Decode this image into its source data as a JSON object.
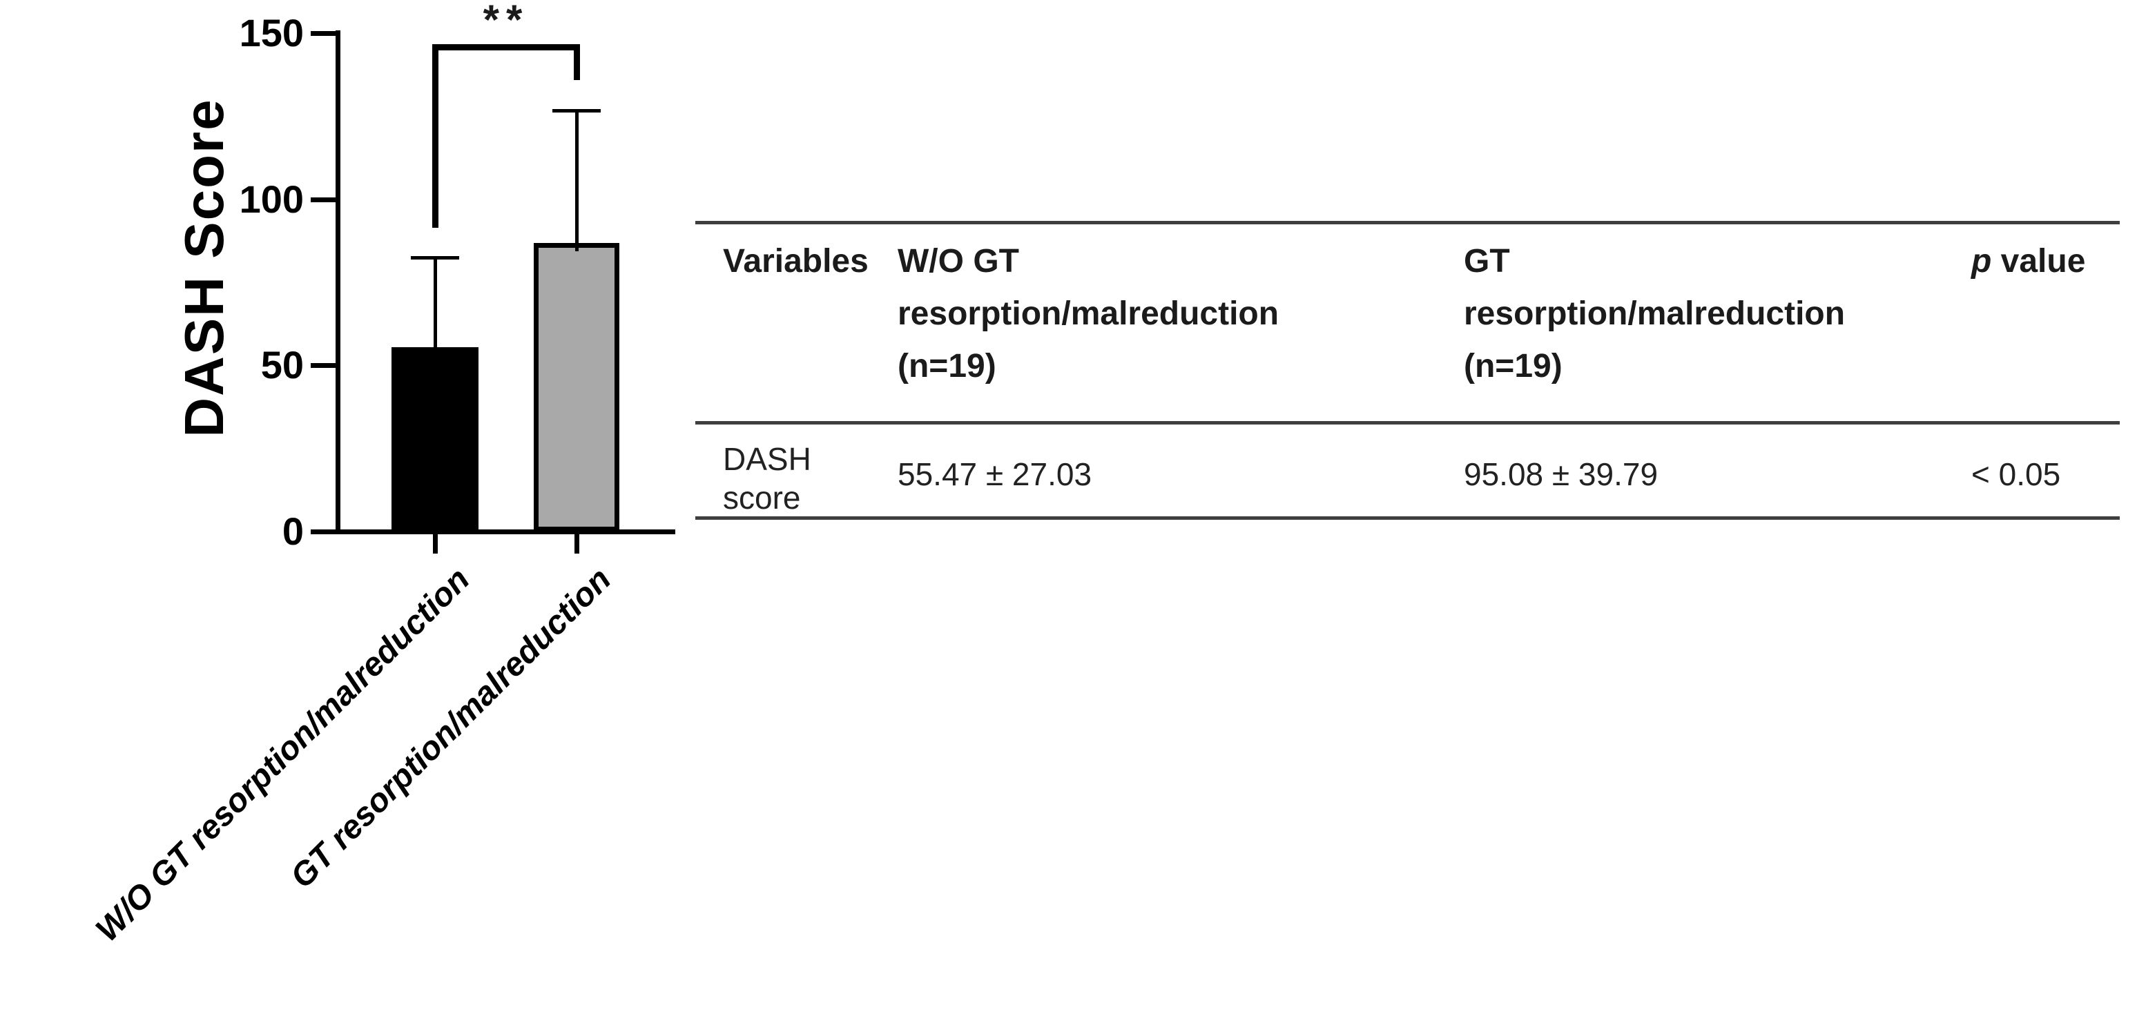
{
  "chart_data": {
    "type": "bar",
    "title": "",
    "ylabel": "DASH Score",
    "xlabel": "",
    "ylim": [
      0,
      150
    ],
    "yticks": [
      0,
      50,
      100,
      150
    ],
    "grid": false,
    "legend": "none",
    "categories": [
      "W/O GT resorption/malreduction",
      "GT resorption/malreduction"
    ],
    "series": [
      {
        "label": "W/O GT resorption/malreduction",
        "mean": 55.47,
        "sd": 27.03,
        "n": 19,
        "bar_color": "#000000",
        "plotted_bar_top": 55.5,
        "plotted_whisker_top": 82.5
      },
      {
        "label": "GT resorption/malreduction",
        "mean": 95.08,
        "sd": 39.79,
        "n": 19,
        "bar_color": "#a9a9a9",
        "plotted_bar_top": 86.9,
        "plotted_whisker_top": 126.8
      }
    ],
    "error_bars": "upper SD whisker with cap",
    "significance": {
      "label": "**",
      "between": [
        "W/O GT resorption/malreduction",
        "GT resorption/malreduction"
      ]
    }
  },
  "table": {
    "headers": {
      "variables": "Variables",
      "group1": "W/O GT\nresorption/malreduction\n(n=19)",
      "group2": "GT\nresorption/malreduction\n(n=19)",
      "p_italic": "p",
      "p_rest": " value"
    },
    "rows": [
      {
        "variable": "DASH score",
        "group1": "55.47 ± 27.03",
        "group2": "95.08 ± 39.79",
        "p": "< 0.05"
      }
    ]
  },
  "colors": {
    "bar1": "#000000",
    "bar2": "#a9a9a9",
    "axis": "#000000",
    "table_rule": "#3f3f3f",
    "text": "#1b1b1b",
    "background": "#ffffff"
  }
}
